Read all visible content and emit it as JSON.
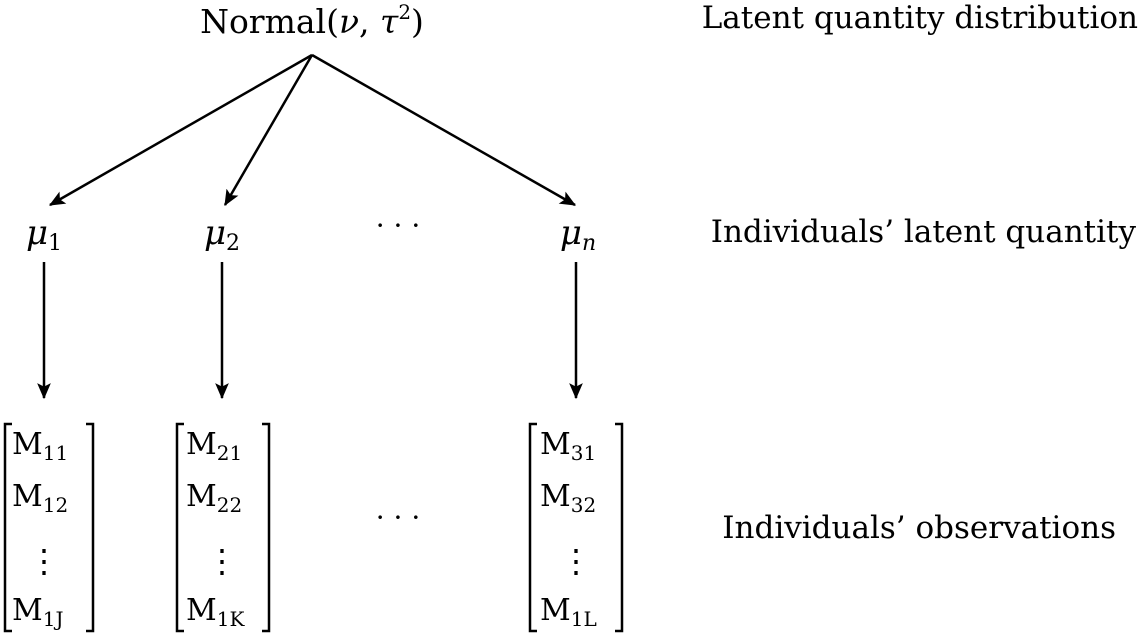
{
  "top_node": {
    "name": "Normal",
    "open_paren": "(",
    "param1": "ν",
    "comma": ",",
    "param2": "τ",
    "param2_exp": "2",
    "close_paren": ")"
  },
  "level_labels": {
    "top": "Latent quantity distribution",
    "middle": "Individuals’ latent quantity",
    "bottom": "Individuals’ observations"
  },
  "latent_nodes": [
    {
      "symbol": "μ",
      "subscript": "1"
    },
    {
      "symbol": "μ",
      "subscript": "2"
    },
    {
      "symbol": "μ",
      "subscript": "n"
    }
  ],
  "ellipsis": "· · ·",
  "vdots": "⋮",
  "observation_vectors": [
    {
      "rows": [
        {
          "symbol": "M",
          "subscript": "11"
        },
        {
          "symbol": "M",
          "subscript": "12"
        },
        {
          "symbol": "M",
          "subscript": "1J"
        }
      ]
    },
    {
      "rows": [
        {
          "symbol": "M",
          "subscript": "21"
        },
        {
          "symbol": "M",
          "subscript": "22"
        },
        {
          "symbol": "M",
          "subscript": "1K"
        }
      ]
    },
    {
      "rows": [
        {
          "symbol": "M",
          "subscript": "31"
        },
        {
          "symbol": "M",
          "subscript": "32"
        },
        {
          "symbol": "M",
          "subscript": "1L"
        }
      ]
    }
  ],
  "colors": {
    "ink": "#000000",
    "background": "#ffffff"
  }
}
